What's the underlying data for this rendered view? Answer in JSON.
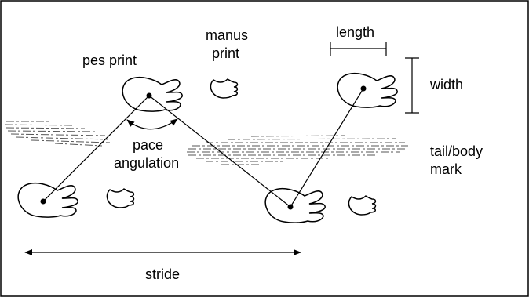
{
  "labels": {
    "pes_print": "pes print",
    "manus_print_line1": "manus",
    "manus_print_line2": "print",
    "length": "length",
    "width": "width",
    "pace_angulation_line1": "pace",
    "pace_angulation_line2": "angulation",
    "tail_body_mark_line1": "tail/body",
    "tail_body_mark_line2": "mark",
    "stride": "stride"
  },
  "colors": {
    "line": "#000000",
    "background": "#ffffff"
  }
}
